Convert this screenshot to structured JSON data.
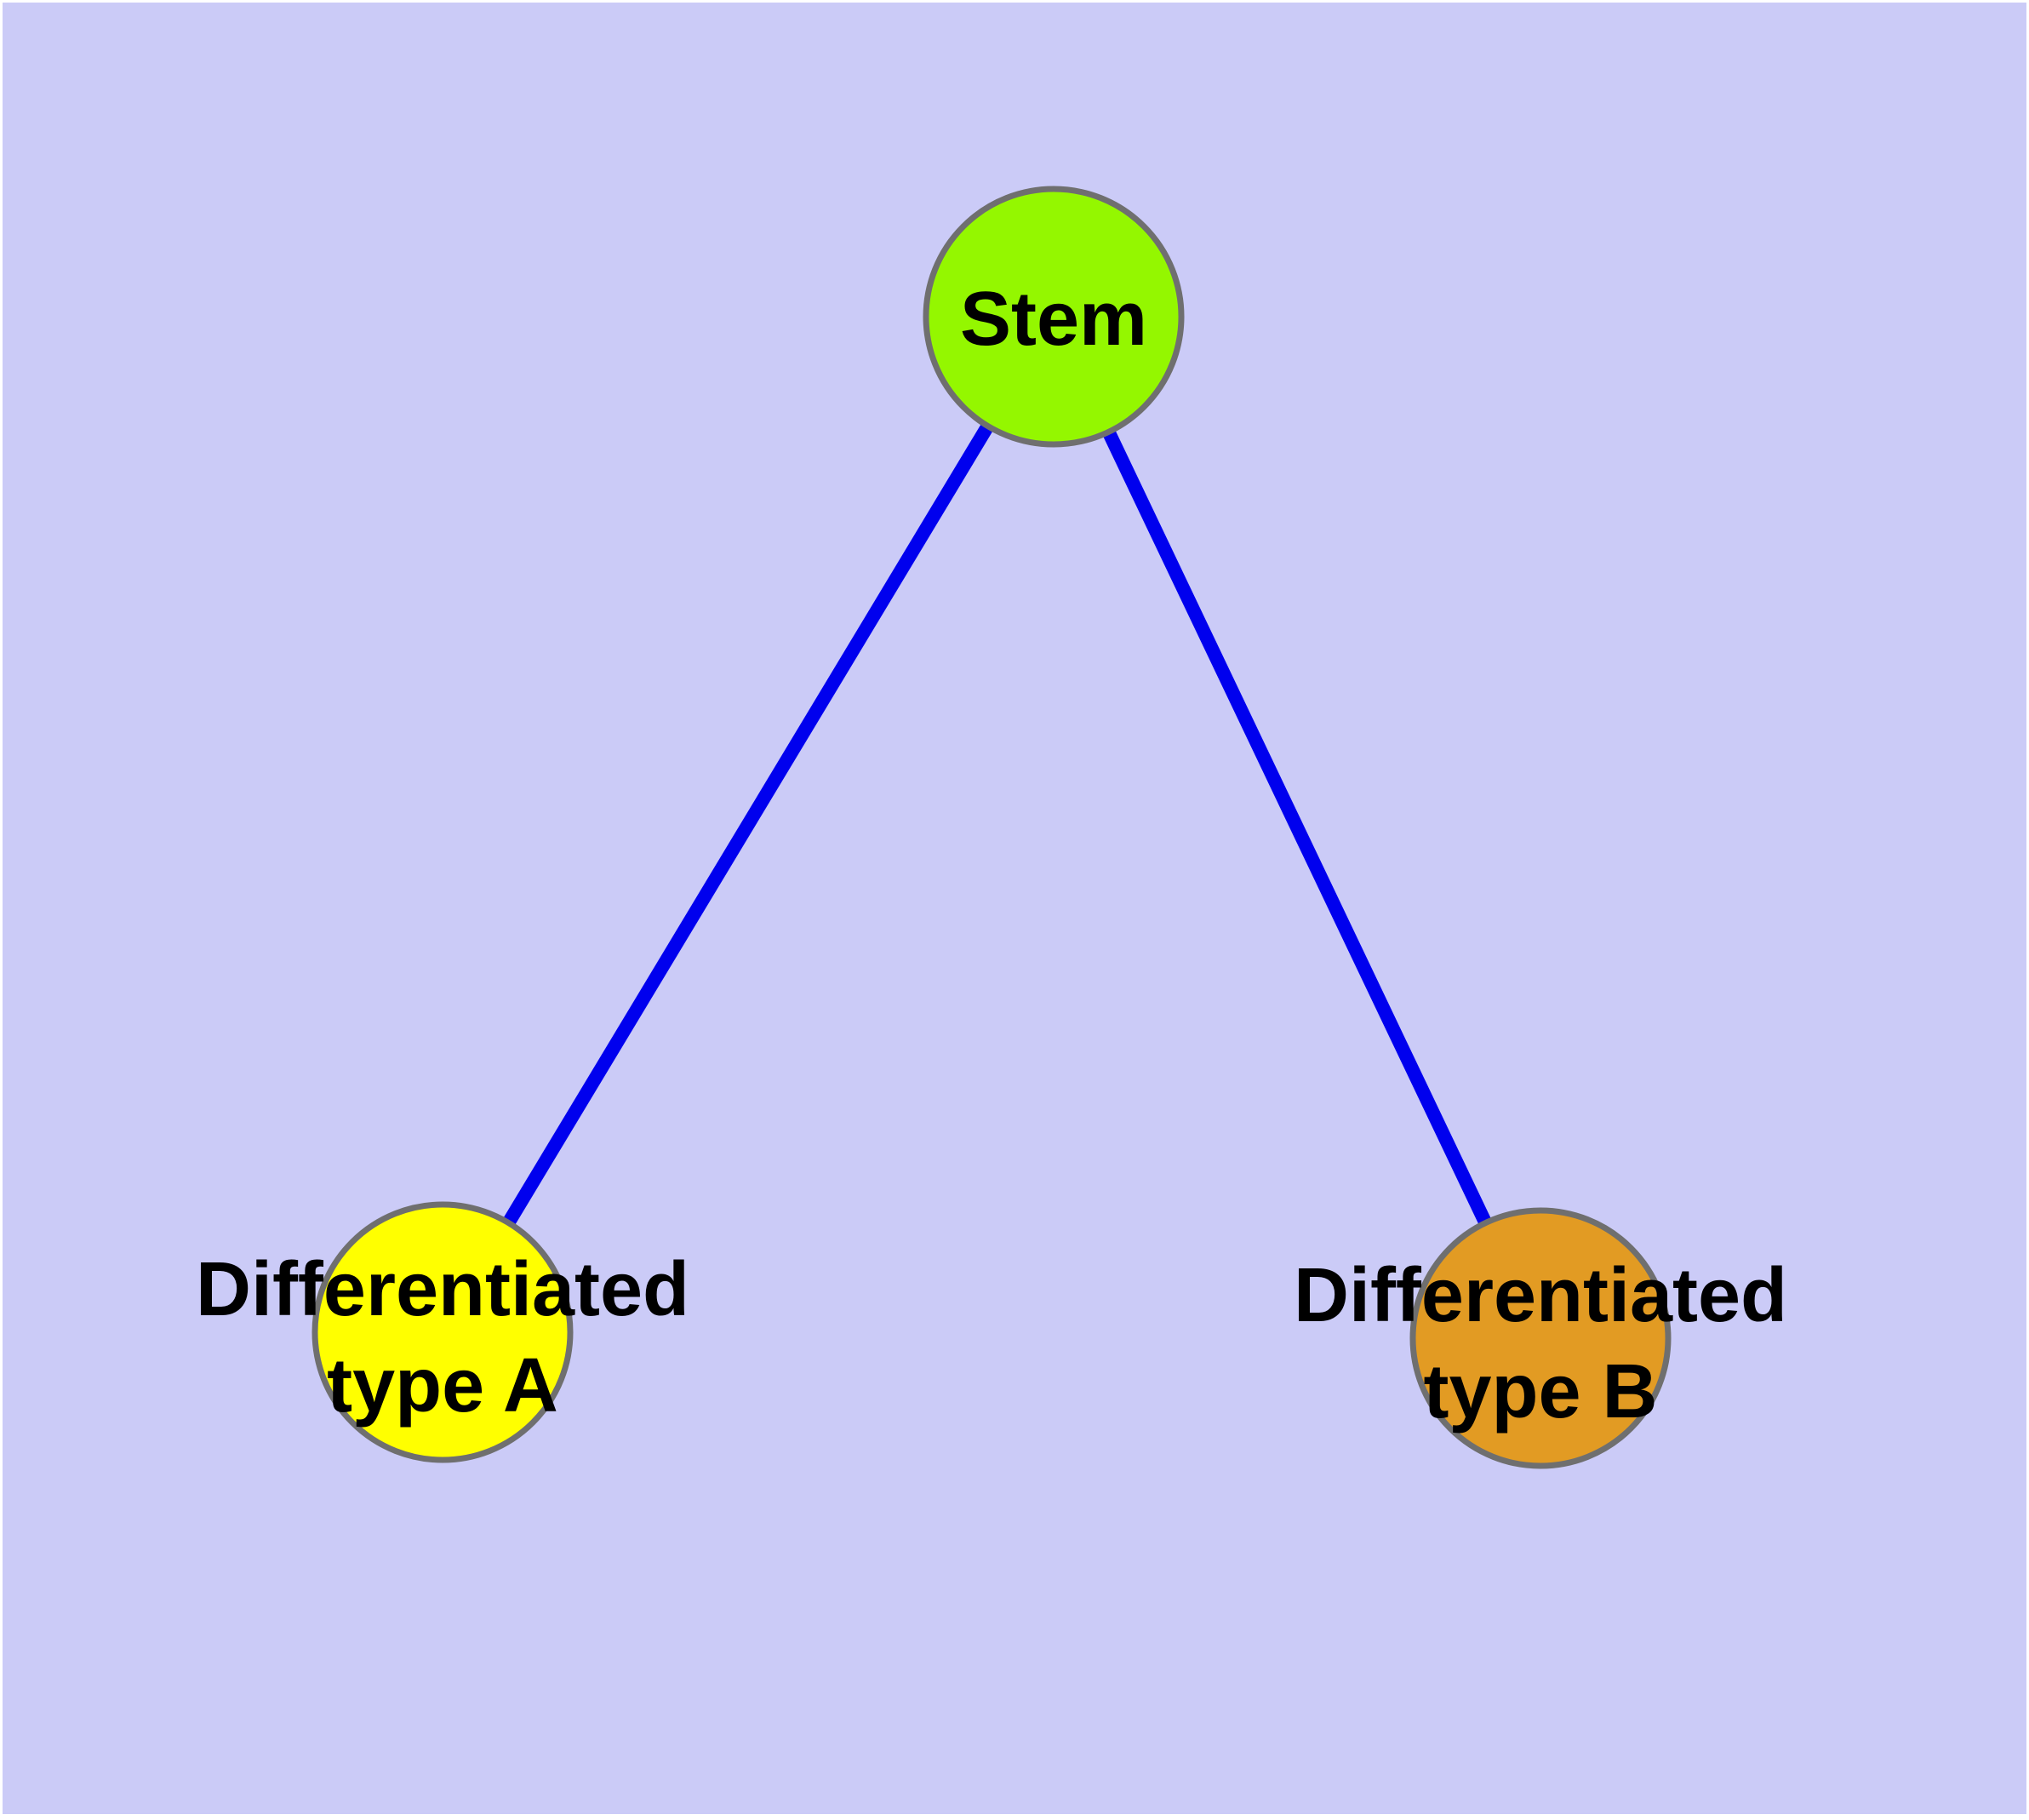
{
  "diagram": {
    "background_color": "#CBCBF7",
    "frame_color": "#FFFFFF",
    "node_border_color": "#6F6F6F",
    "edge_color": "#0000EE",
    "label_color": "#000000",
    "nodes": {
      "stem": {
        "label": "Stem",
        "fill": "#94F700"
      },
      "type_a": {
        "label_line1": "Differentiated",
        "label_line2": "type A",
        "fill": "#FFFF00"
      },
      "type_b": {
        "label_line1": "Differentiated",
        "label_line2": "type B",
        "fill": "#E29B23"
      }
    },
    "edges": [
      {
        "from": "Stem",
        "to": "Differentiated type A"
      },
      {
        "from": "Stem",
        "to": "Differentiated type B"
      }
    ]
  }
}
